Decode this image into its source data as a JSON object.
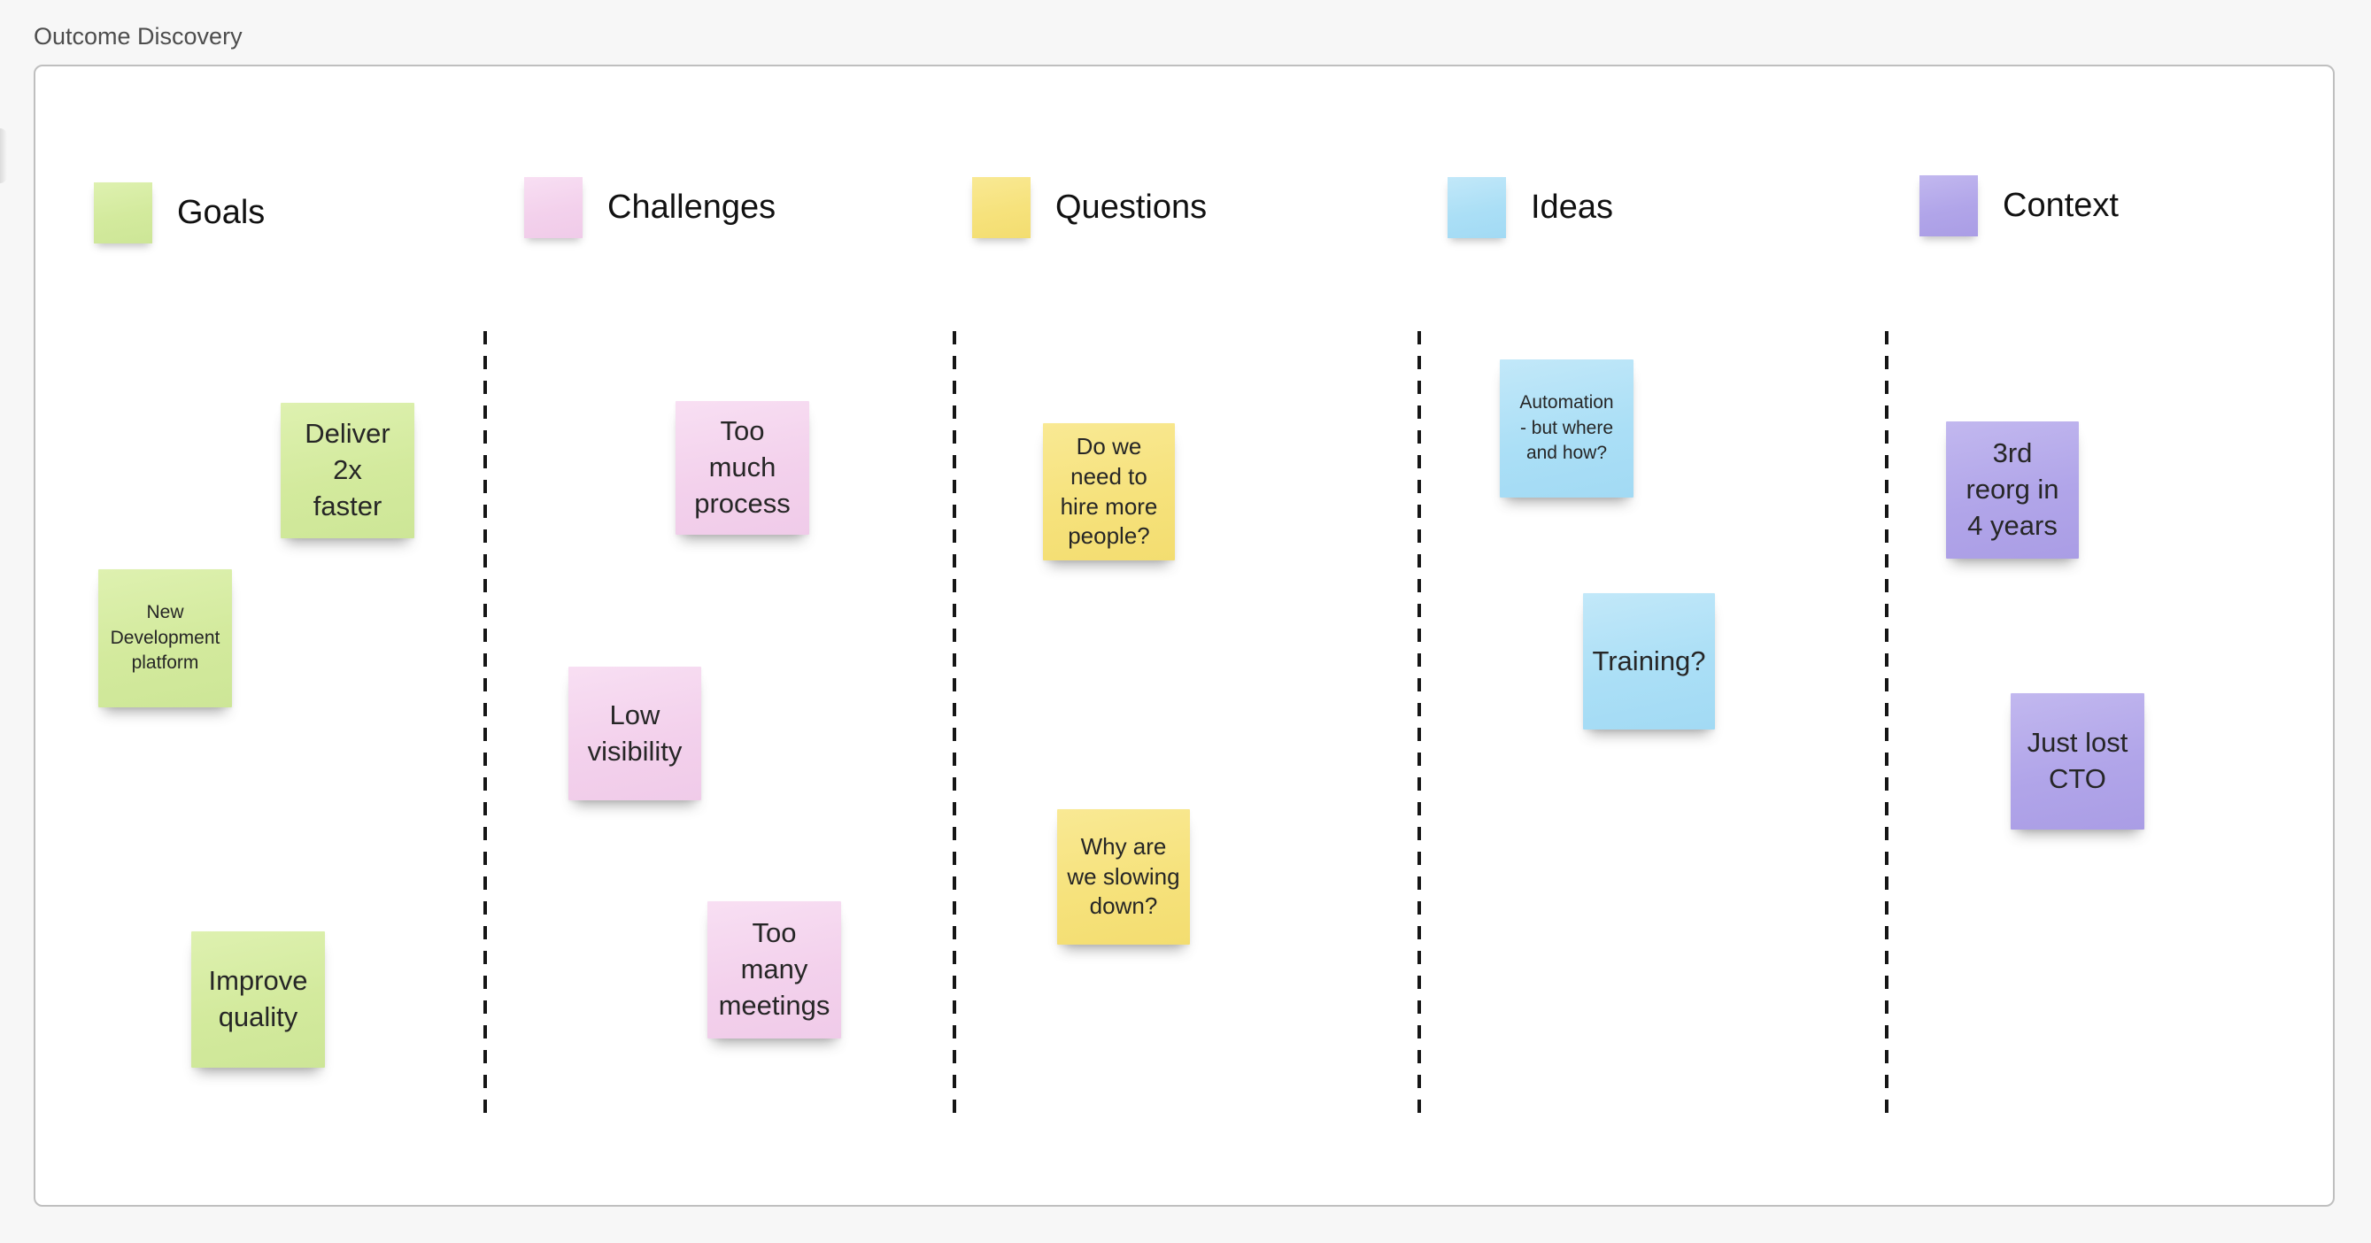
{
  "window": {
    "title": "Outcome Discovery"
  },
  "board": {
    "columns": [
      {
        "label": "Goals",
        "swatch_color": "#d3ea9d"
      },
      {
        "label": "Challenges",
        "swatch_color": "#f3d1ec"
      },
      {
        "label": "Questions",
        "swatch_color": "#f6e27c"
      },
      {
        "label": "Ideas",
        "swatch_color": "#abdff6"
      },
      {
        "label": "Context",
        "swatch_color": "#b1a5e9"
      }
    ],
    "notes": [
      {
        "column": "Goals",
        "text": "Deliver\n2x\nfaster",
        "color": "#d3ea9d"
      },
      {
        "column": "Goals",
        "text": "New\nDevelopment\nplatform",
        "color": "#d3ea9d"
      },
      {
        "column": "Goals",
        "text": "Improve\nquality",
        "color": "#d3ea9d"
      },
      {
        "column": "Challenges",
        "text": "Too\nmuch\nprocess",
        "color": "#f3d1ec"
      },
      {
        "column": "Challenges",
        "text": "Low\nvisibility",
        "color": "#f3d1ec"
      },
      {
        "column": "Challenges",
        "text": "Too\nmany\nmeetings",
        "color": "#f3d1ec"
      },
      {
        "column": "Questions",
        "text": "Do we\nneed to\nhire more\npeople?",
        "color": "#f6e27c"
      },
      {
        "column": "Questions",
        "text": "Why are\nwe slowing\ndown?",
        "color": "#f6e27c"
      },
      {
        "column": "Ideas",
        "text": "Automation\n- but where\nand how?",
        "color": "#abdff6"
      },
      {
        "column": "Ideas",
        "text": "Training?",
        "color": "#abdff6"
      },
      {
        "column": "Context",
        "text": "3rd\nreorg in\n4 years",
        "color": "#b1a5e9"
      },
      {
        "column": "Context",
        "text": "Just lost\nCTO",
        "color": "#b1a5e9"
      }
    ]
  }
}
